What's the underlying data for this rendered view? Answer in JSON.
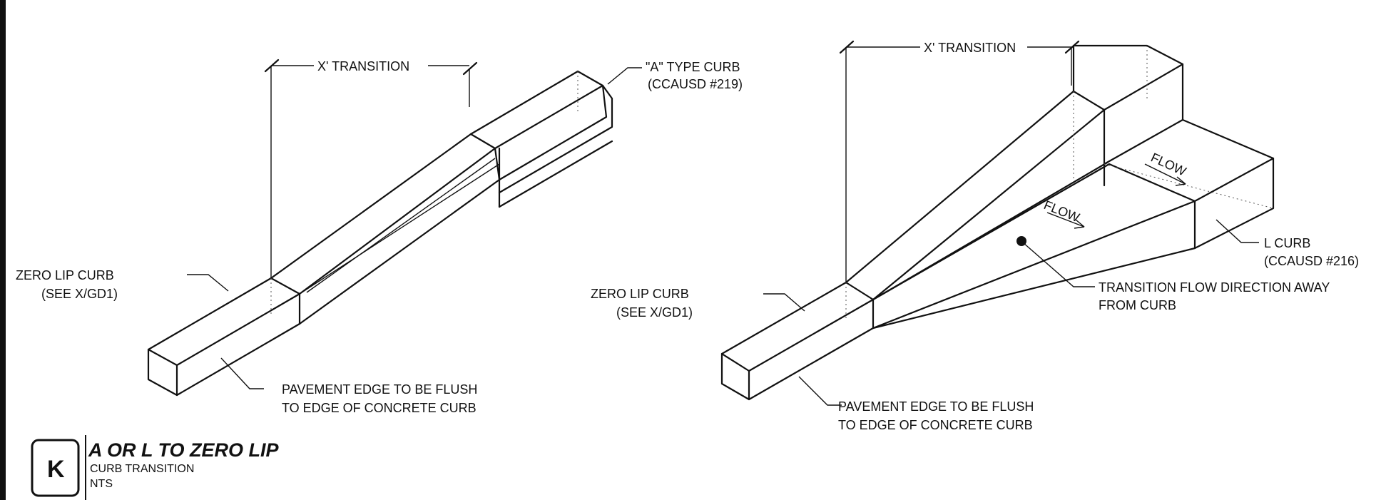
{
  "left_detail": {
    "dimension_label": "X' TRANSITION",
    "curb_label_line1": "\"A\" TYPE CURB",
    "curb_label_line2": "(CCAUSD #219)",
    "zero_lip_line1": "ZERO LIP CURB",
    "zero_lip_line2": "(SEE X/GD1)",
    "pavement_line1": "PAVEMENT EDGE TO BE FLUSH",
    "pavement_line2": "TO EDGE OF CONCRETE CURB"
  },
  "right_detail": {
    "dimension_label": "X' TRANSITION",
    "flow_label": "FLOW",
    "flow_label_2": "FLOW",
    "curb_label_line1": "L CURB",
    "curb_label_line2": "(CCAUSD #216)",
    "transition_line1": "TRANSITION FLOW DIRECTION AWAY",
    "transition_line2": "FROM CURB",
    "zero_lip_line1": "ZERO LIP CURB",
    "zero_lip_line2": "(SEE X/GD1)",
    "pavement_line1": "PAVEMENT EDGE TO BE FLUSH",
    "pavement_line2": "TO EDGE OF CONCRETE CURB"
  },
  "title_block": {
    "detail_letter": "K",
    "title": "A OR L TO ZERO LIP",
    "subtitle": "CURB TRANSITION",
    "scale": "NTS"
  }
}
